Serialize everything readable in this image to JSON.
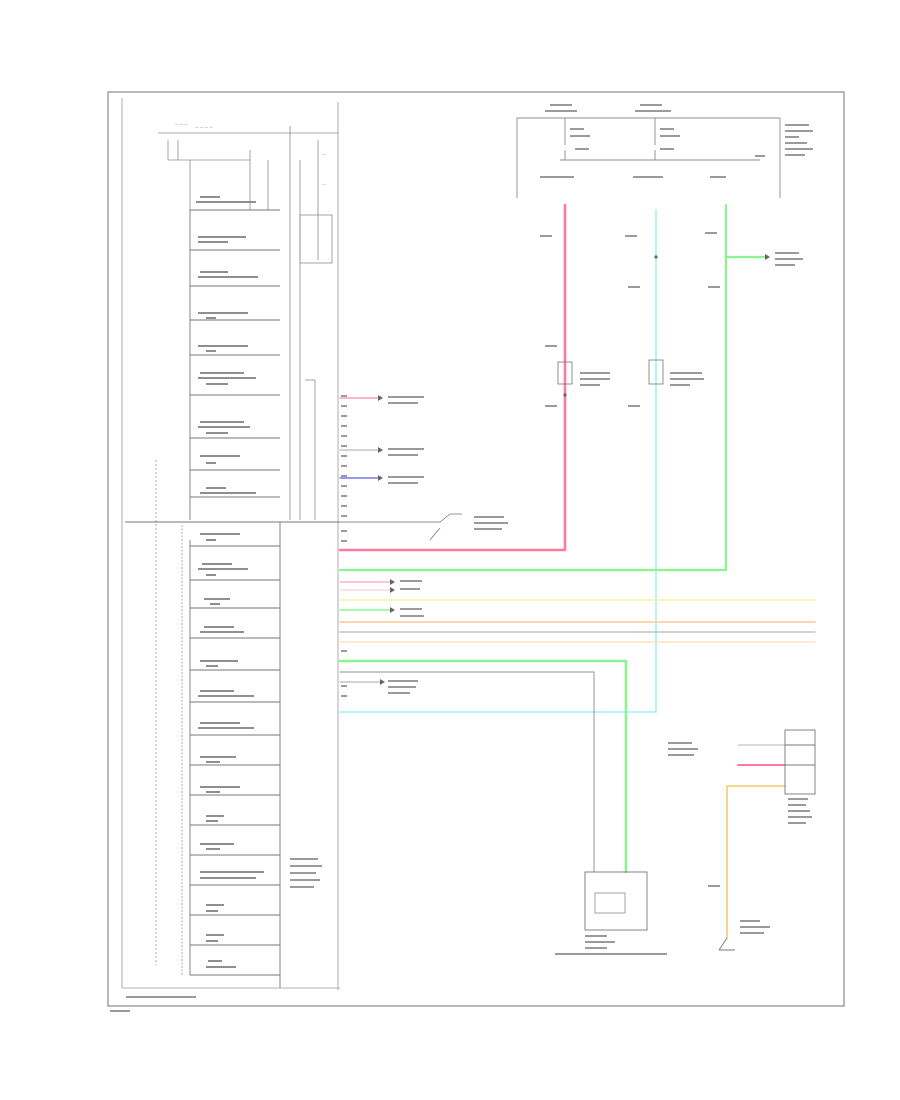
{
  "diagram": {
    "footer_caption": "",
    "page_mark": ""
  },
  "wire_colors": {
    "red": "#ff7a9c",
    "cyan": "#9ff0f4",
    "green": "#8af58e",
    "yellow": "#f6f2a0",
    "orange": "#ffc795",
    "grey": "#a7a7a7",
    "gold": "#f3d07d",
    "blue": "#7779ee",
    "pink": "#ff9fba",
    "frame": "#9a9a9a"
  },
  "icons": [
    "ground-symbol",
    "connector-arrow",
    "switch-symbol",
    "splice-dot"
  ]
}
